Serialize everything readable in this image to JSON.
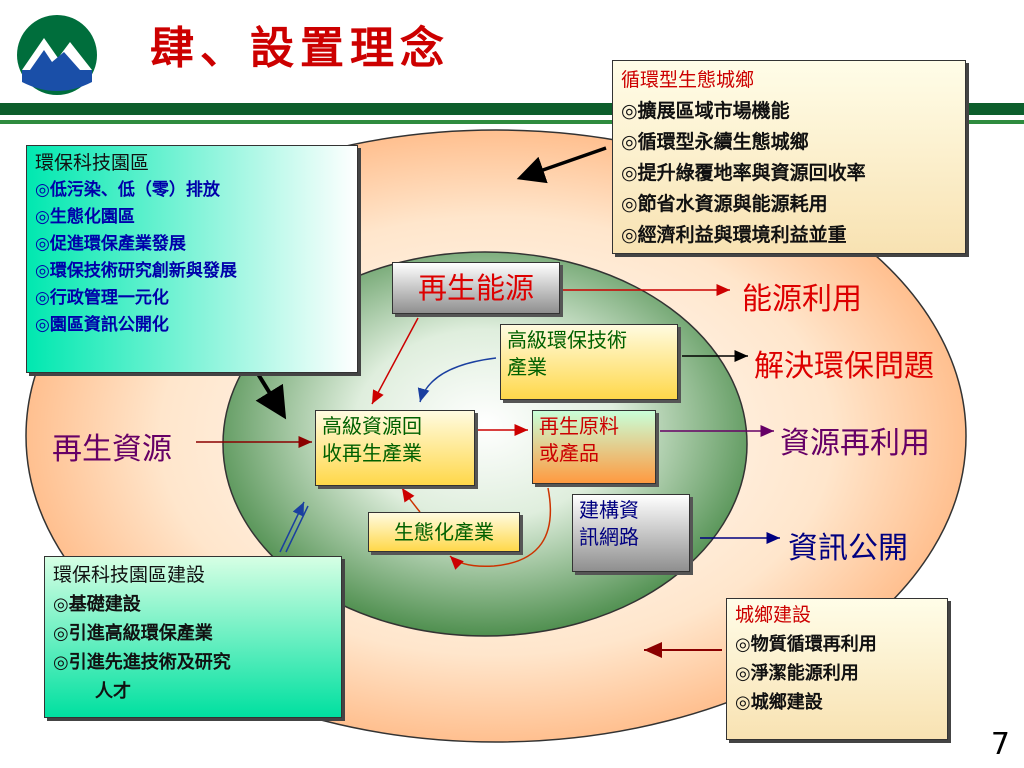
{
  "title": "肆、設置理念",
  "page_number": "7",
  "logo": {
    "name": "mountain-logo",
    "colors": [
      "#006e3c",
      "#1a4fa8",
      "#ffffff"
    ]
  },
  "colors": {
    "title": "#cc0000",
    "header_bar": "#0d5e2c",
    "outer_ellipse": "#ffd8b0",
    "inner_ellipse": "#5b9a5b"
  },
  "top_right_box": {
    "title": "循環型生態城鄉",
    "items": [
      "擴展區域市場機能",
      "循環型永續生態城鄉",
      "提升綠覆地率與資源回收率",
      "節省水資源與能源耗用",
      "經濟利益與環境利益並重"
    ]
  },
  "left_box": {
    "title": "環保科技園區",
    "items": [
      "低污染、低（零）排放",
      "生態化園區",
      "促進環保產業發展",
      "環保技術研究創新與發展",
      "行政管理一元化",
      "園區資訊公開化"
    ]
  },
  "bottom_left_box": {
    "title": "環保科技園區建設",
    "items": [
      "基礎建設",
      "引進高級環保產業",
      "引進先進技術及研究"
    ],
    "continuation": "人才"
  },
  "bottom_right_box": {
    "title": "城鄉建設",
    "items": [
      "物質循環再利用",
      "淨潔能源利用",
      "城鄉建設"
    ]
  },
  "nodes": {
    "renewable_energy": "再生能源",
    "advanced_tech": [
      "高級環保技術",
      "產業"
    ],
    "advanced_recycling": [
      "高級資源回",
      "收再生產業"
    ],
    "recycled_material": [
      "再生原料",
      "或產品"
    ],
    "eco_industry": "生態化產業",
    "info_network": [
      "建構資",
      "訊網路"
    ]
  },
  "labels": {
    "energy_use": "能源利用",
    "solve_env": "解決環保問題",
    "resource_reuse": "資源再利用",
    "info_open": "資訊公開",
    "renewable_resource": "再生資源"
  }
}
